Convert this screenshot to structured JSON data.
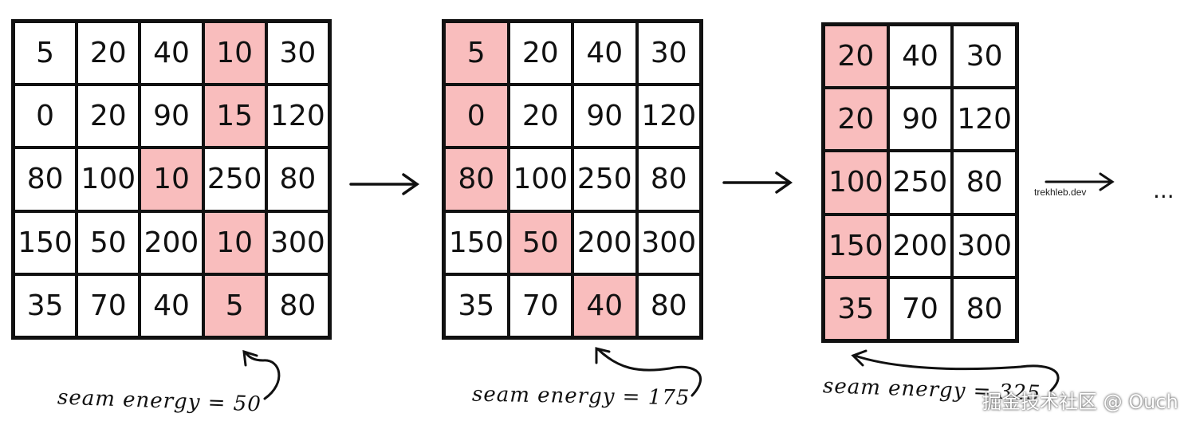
{
  "grids": [
    {
      "name": "matrix-1",
      "cols": 5,
      "cells": [
        {
          "v": "5",
          "h": false
        },
        {
          "v": "20",
          "h": false
        },
        {
          "v": "40",
          "h": false
        },
        {
          "v": "10",
          "h": true
        },
        {
          "v": "30",
          "h": false
        },
        {
          "v": "0",
          "h": false
        },
        {
          "v": "20",
          "h": false
        },
        {
          "v": "90",
          "h": false
        },
        {
          "v": "15",
          "h": true
        },
        {
          "v": "120",
          "h": false
        },
        {
          "v": "80",
          "h": false
        },
        {
          "v": "100",
          "h": false
        },
        {
          "v": "10",
          "h": true
        },
        {
          "v": "250",
          "h": false
        },
        {
          "v": "80",
          "h": false
        },
        {
          "v": "150",
          "h": false
        },
        {
          "v": "50",
          "h": false
        },
        {
          "v": "200",
          "h": false
        },
        {
          "v": "10",
          "h": true
        },
        {
          "v": "300",
          "h": false
        },
        {
          "v": "35",
          "h": false
        },
        {
          "v": "70",
          "h": false
        },
        {
          "v": "40",
          "h": false
        },
        {
          "v": "5",
          "h": true
        },
        {
          "v": "80",
          "h": false
        }
      ]
    },
    {
      "name": "matrix-2",
      "cols": 4,
      "cells": [
        {
          "v": "5",
          "h": true
        },
        {
          "v": "20",
          "h": false
        },
        {
          "v": "40",
          "h": false
        },
        {
          "v": "30",
          "h": false
        },
        {
          "v": "0",
          "h": true
        },
        {
          "v": "20",
          "h": false
        },
        {
          "v": "90",
          "h": false
        },
        {
          "v": "120",
          "h": false
        },
        {
          "v": "80",
          "h": true
        },
        {
          "v": "100",
          "h": false
        },
        {
          "v": "250",
          "h": false
        },
        {
          "v": "80",
          "h": false
        },
        {
          "v": "150",
          "h": false
        },
        {
          "v": "50",
          "h": true
        },
        {
          "v": "200",
          "h": false
        },
        {
          "v": "300",
          "h": false
        },
        {
          "v": "35",
          "h": false
        },
        {
          "v": "70",
          "h": false
        },
        {
          "v": "40",
          "h": true
        },
        {
          "v": "80",
          "h": false
        }
      ]
    },
    {
      "name": "matrix-3",
      "cols": 3,
      "cells": [
        {
          "v": "20",
          "h": true
        },
        {
          "v": "40",
          "h": false
        },
        {
          "v": "30",
          "h": false
        },
        {
          "v": "20",
          "h": true
        },
        {
          "v": "90",
          "h": false
        },
        {
          "v": "120",
          "h": false
        },
        {
          "v": "100",
          "h": true
        },
        {
          "v": "250",
          "h": false
        },
        {
          "v": "80",
          "h": false
        },
        {
          "v": "150",
          "h": true
        },
        {
          "v": "200",
          "h": false
        },
        {
          "v": "300",
          "h": false
        },
        {
          "v": "35",
          "h": true
        },
        {
          "v": "70",
          "h": false
        },
        {
          "v": "80",
          "h": false
        }
      ]
    }
  ],
  "labels": {
    "seam1": "seam energy = 50",
    "seam2": "seam energy = 175",
    "seam3": "seam energy = 325"
  },
  "credit": "trekhleb.dev",
  "ellipsis": "...",
  "watermark": "掘金技术社区 @ Ouch",
  "colors": {
    "highlight": "#f9bdbd",
    "line": "#111111",
    "background": "#ffffff"
  }
}
